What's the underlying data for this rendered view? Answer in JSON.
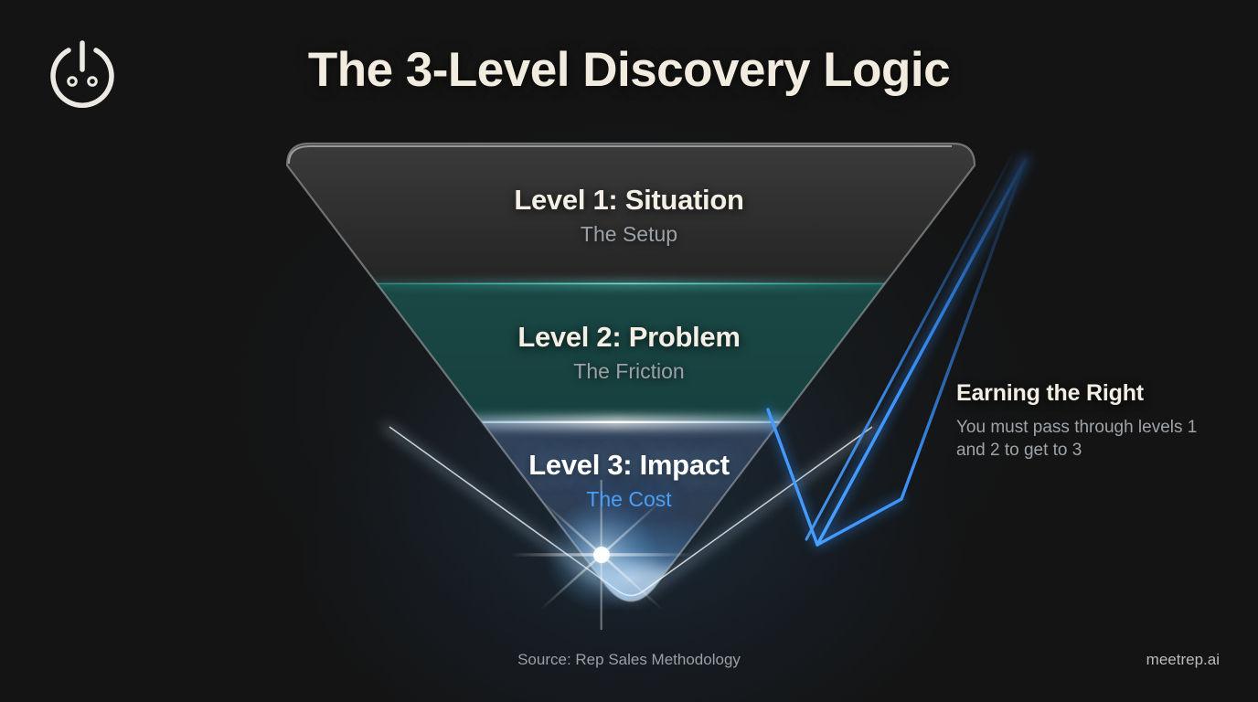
{
  "brand": {
    "logo_icon": "rep-power-face-icon",
    "watermark": "meetrep.ai"
  },
  "header": {
    "title": "The 3-Level Discovery Logic"
  },
  "funnel": {
    "levels": [
      {
        "id": "level-1",
        "title": "Level 1: Situation",
        "subtitle": "The Setup",
        "fill": "#2e2e2e",
        "accent": "#cfd2d4"
      },
      {
        "id": "level-2",
        "title": "Level 2: Problem",
        "subtitle": "The Friction",
        "fill": "#17413f",
        "accent": "#2fd4c4"
      },
      {
        "id": "level-3",
        "title": "Level 3: Impact",
        "subtitle": "The Cost",
        "fill": "#2b3a4e",
        "accent": "#4d9ef0"
      }
    ]
  },
  "annotation": {
    "icon": "down-left-arrow-icon",
    "title": "Earning the Right",
    "body": "You must pass through levels 1 and 2 to get to 3",
    "arrow_color": "#2f86f0"
  },
  "footer": {
    "source": "Source: Rep Sales Methodology"
  },
  "colors": {
    "background": "#141414",
    "title_text": "#f2ece0",
    "muted_text": "#9ba1a6",
    "accent_blue": "#4d9ef0",
    "accent_teal": "#2fd4c4"
  }
}
